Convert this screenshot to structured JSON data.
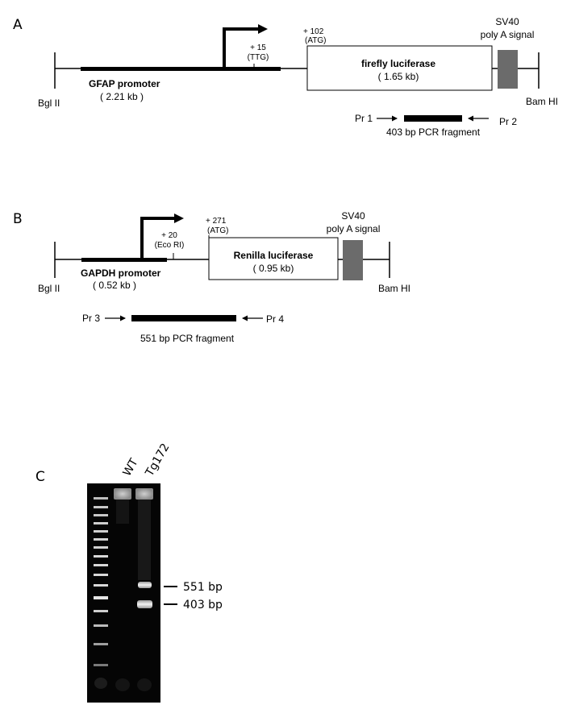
{
  "panel_a": {
    "letter": "A",
    "site_left": "Bgl II",
    "site_right": "Bam HI",
    "promoter_name": "GFAP promoter",
    "promoter_size": "( 2.21 kb )",
    "pos_15": "+ 15",
    "pos_15_sub": "(TTG)",
    "pos_102": "+ 102",
    "pos_102_sub": "(ATG)",
    "gene_name": "firefly  luciferase",
    "gene_size": "( 1.65 kb)",
    "polya_line1": "SV40",
    "polya_line2": "poly A signal",
    "primer_fwd": "Pr 1",
    "primer_rev": "Pr 2",
    "pcr_label": "403 bp PCR fragment"
  },
  "panel_b": {
    "letter": "B",
    "site_left": "Bgl II",
    "site_right": "Bam HI",
    "promoter_name": "GAPDH promoter",
    "promoter_size": "( 0.52  kb )",
    "pos_20": "+ 20",
    "pos_20_sub": "(Eco RI)",
    "pos_271": "+ 271",
    "pos_271_sub": "(ATG)",
    "gene_name": "Renilla  luciferase",
    "gene_size": "( 0.95 kb)",
    "polya_line1": "SV40",
    "polya_line2": "poly A signal",
    "primer_fwd": "Pr 3",
    "primer_rev": "Pr 4",
    "pcr_label": "551 bp PCR fragment"
  },
  "panel_c": {
    "letter": "C",
    "lanes": [
      "WT",
      "Tg172"
    ],
    "bands": [
      "551 bp",
      "403 bp"
    ]
  },
  "colors": {
    "polya_box": "#6b6b6b",
    "gel_background": "#050505",
    "band": "#e6e6e6"
  }
}
